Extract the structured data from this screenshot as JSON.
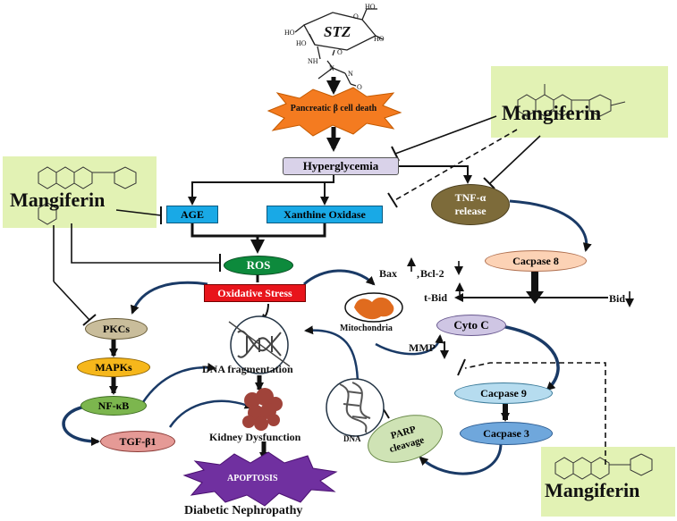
{
  "stz": {
    "label": "STZ",
    "groups": [
      "HO",
      "HO",
      "HO",
      "HO",
      "NH",
      "N",
      "N",
      "O",
      "O",
      "O"
    ]
  },
  "mangiferin": {
    "label": "Mangiferin"
  },
  "nodes": {
    "beta_cell": "Pancreatic β cell death",
    "hyperglycemia": "Hyperglycemia",
    "age": "AGE",
    "xanthine": "Xanthine Oxidase",
    "tnf": "TNF-α release",
    "ros": "ROS",
    "ox_stress": "Oxidative Stress",
    "caspase8": "Cacpase 8",
    "bax": "Bax",
    "bcl2": "Bcl-2",
    "tbid": "t-Bid",
    "bid": "Bid",
    "mito": "Mitochondria",
    "cytoc": "Cyto C",
    "mmp": "MMP",
    "caspase9": "Cacpase 9",
    "caspase3": "Cacpase 3",
    "parp": "PARP cleavage",
    "pkc": "PKCs",
    "mapk": "MAPKs",
    "nfkb": "NF-κB",
    "tgf": "TGF-β1",
    "dna_frag": "DNA  fragmentation",
    "dna": "DNA",
    "kidney": "Kidney Dysfunction",
    "apoptosis": "APOPTOSIS",
    "title": "Diabetic Nephropathy"
  },
  "colors": {
    "mangiferin_bg": "#e2f2b4",
    "burst": "#f47b20",
    "hyper": "#d9d2e9",
    "blue": "#19a9e6",
    "tnf": "#7d6b3a",
    "ros": "#0d8a3c",
    "oxstress": "#e8141b",
    "casp8": "#fcd2b5",
    "mito": "#e06b1e",
    "cytoc": "#cfc6e4",
    "casp9": "#b6dcef",
    "casp3": "#6fa7dc",
    "parp": "#cfe3b5",
    "pkc": "#c9bd9b",
    "mapk": "#f6b71b",
    "nfkb": "#7cb64e",
    "tgf": "#e59a96",
    "kidney": "#a0433a",
    "apoptosis": "#7030a0"
  }
}
